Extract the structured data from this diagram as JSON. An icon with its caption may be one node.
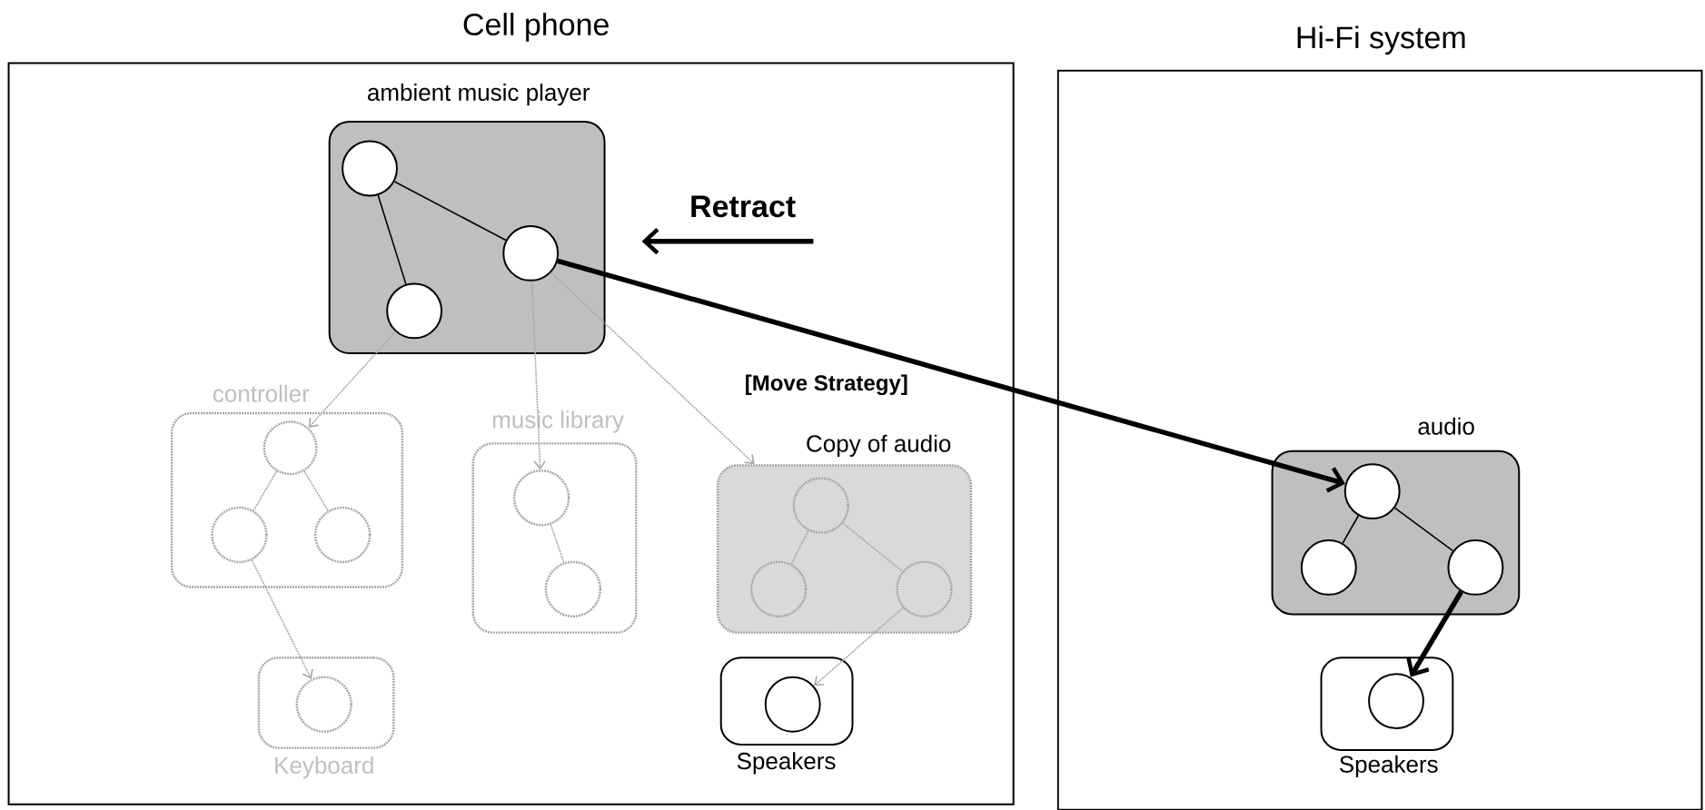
{
  "diagram": {
    "nodes": [
      {
        "text": [
          "Cell phone"
        ]
      },
      {
        "text": [
          "ambient music player"
        ],
        "in": 0
      },
      {
        "text": [],
        "shape": "circle",
        "in": 1
      },
      {
        "text": [],
        "shape": "circle",
        "in": 1
      },
      {
        "text": [],
        "shape": "circle",
        "in": 1
      },
      {
        "text": [
          "controller"
        ],
        "in": 0
      },
      {
        "text": [],
        "shape": "circle",
        "in": 5
      },
      {
        "text": [],
        "shape": "circle",
        "in": 5
      },
      {
        "text": [],
        "shape": "circle",
        "in": 5
      },
      {
        "text": [
          "music library"
        ],
        "in": 0
      },
      {
        "text": [],
        "shape": "circle",
        "in": 9
      },
      {
        "text": [],
        "shape": "circle",
        "in": 9
      },
      {
        "text": [
          "Copy of audio"
        ],
        "in": 0
      },
      {
        "text": [],
        "shape": "circle",
        "in": 12
      },
      {
        "text": [],
        "shape": "circle",
        "in": 12
      },
      {
        "text": [],
        "shape": "circle",
        "in": 12
      },
      {
        "text": [
          "Keyboard"
        ],
        "in": 0
      },
      {
        "text": [],
        "shape": "circle",
        "in": 16
      },
      {
        "text": [
          "Speakers"
        ],
        "in": 0
      },
      {
        "text": [],
        "shape": "circle",
        "in": 18
      },
      {
        "text": [
          "Hi-Fi system"
        ]
      },
      {
        "text": [
          "audio"
        ],
        "in": 20
      },
      {
        "text": [],
        "shape": "circle",
        "in": 21
      },
      {
        "text": [],
        "shape": "circle",
        "in": 21
      },
      {
        "text": [],
        "shape": "circle",
        "in": 21
      },
      {
        "text": [
          "Speakers"
        ],
        "in": 20
      },
      {
        "text": [],
        "shape": "circle",
        "in": 25
      }
    ],
    "edges": [
      {
        "from": 2,
        "to": 3,
        "arrow": "none",
        "color": "#000000"
      },
      {
        "from": 2,
        "to": 4,
        "arrow": "none",
        "color": "#000000"
      },
      {
        "from": 3,
        "to": 22,
        "arrow": "to",
        "style": "thick",
        "color": "#000000"
      },
      {
        "from": null,
        "to": 1,
        "arrow": "to",
        "style": "thick",
        "color": "#000000",
        "label": "Retract"
      },
      {
        "from": 4,
        "to": 6,
        "arrow": "to",
        "style": "dashed"
      },
      {
        "from": 3,
        "to": 10,
        "arrow": "to",
        "style": "dashed"
      },
      {
        "from": 3,
        "to": 12,
        "arrow": "to",
        "style": "dashed"
      },
      {
        "from": 6,
        "to": 7,
        "arrow": "none",
        "style": "dashed"
      },
      {
        "from": 6,
        "to": 8,
        "arrow": "none",
        "style": "dashed"
      },
      {
        "from": 7,
        "to": 17,
        "arrow": "to",
        "style": "dashed"
      },
      {
        "from": 10,
        "to": 11,
        "arrow": "none",
        "style": "dashed"
      },
      {
        "from": 13,
        "to": 14,
        "arrow": "none",
        "style": "dashed"
      },
      {
        "from": 13,
        "to": 15,
        "arrow": "none",
        "style": "dashed"
      },
      {
        "from": 15,
        "to": 19,
        "arrow": "to",
        "style": "dashed"
      },
      {
        "from": 22,
        "to": 23,
        "arrow": "none",
        "color": "#000000"
      },
      {
        "from": 22,
        "to": 24,
        "arrow": "none",
        "color": "#000000"
      },
      {
        "from": 24,
        "to": 26,
        "arrow": "to",
        "style": "thick",
        "color": "#000000"
      }
    ],
    "labels": [
      "[Move Strategy]"
    ]
  }
}
